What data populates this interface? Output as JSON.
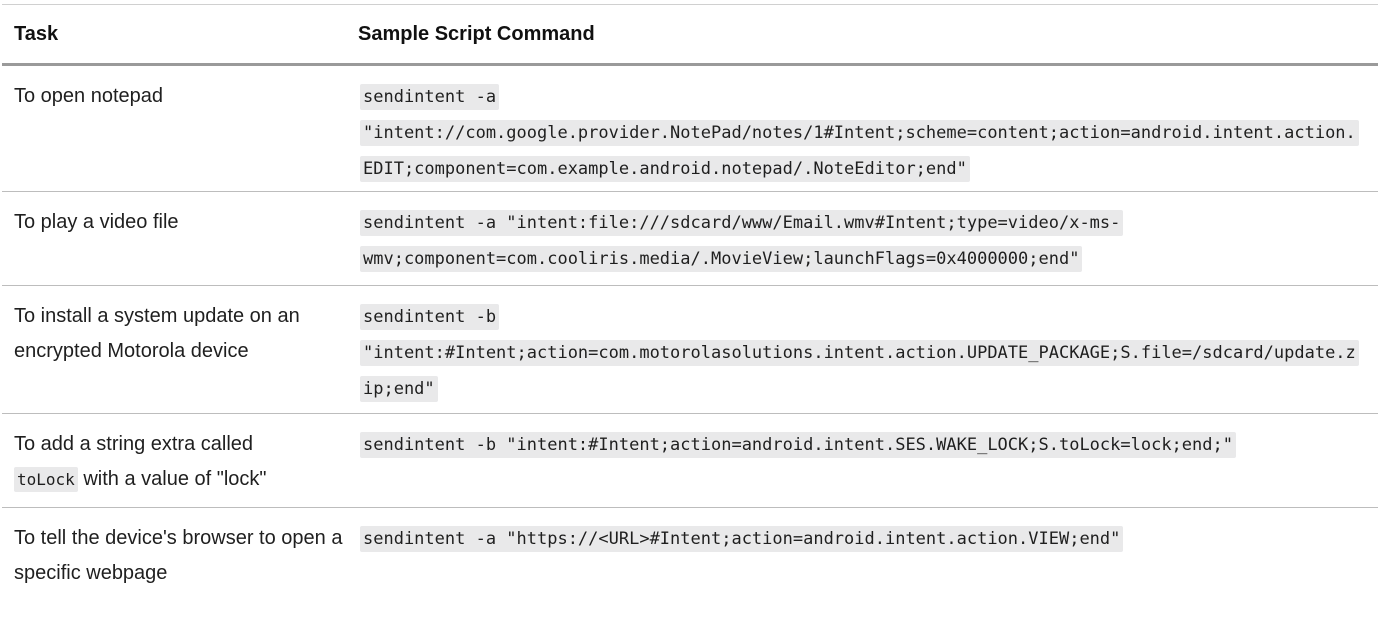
{
  "header": {
    "task": "Task",
    "command": "Sample Script Command"
  },
  "rows": [
    {
      "task": "To open notepad",
      "command_l1": "sendintent -a",
      "command_l2": "\"intent://com.google.provider.NotePad/notes/1#Intent;scheme=content;action=android.intent.action.",
      "command_l3": "EDIT;component=com.example.android.notepad/.NoteEditor;end\""
    },
    {
      "task": "To play a video file",
      "command_l1": "sendintent -a \"intent:file:///sdcard/www/Email.wmv#Intent;type=video/x-ms-",
      "command_l2": "wmv;component=com.cooliris.media/.MovieView;launchFlags=0x4000000;end\""
    },
    {
      "task": "To install a system update on an encrypted Motorola device",
      "command_l1": "sendintent -b",
      "command_l2": "\"intent:#Intent;action=com.motorolasolutions.intent.action.UPDATE_PACKAGE;S.file=/sdcard/update.z",
      "command_l3": "ip;end\""
    },
    {
      "task_before": "To add a string extra called",
      "task_code": "toLock",
      "task_after": " with a value of \"lock\"",
      "command": "sendintent -b \"intent:#Intent;action=android.intent.SES.WAKE_LOCK;S.toLock=lock;end;\""
    },
    {
      "task": "To tell the device's browser to open a specific webpage",
      "command": "sendintent -a \"https://<URL>#Intent;action=android.intent.action.VIEW;end\""
    }
  ]
}
